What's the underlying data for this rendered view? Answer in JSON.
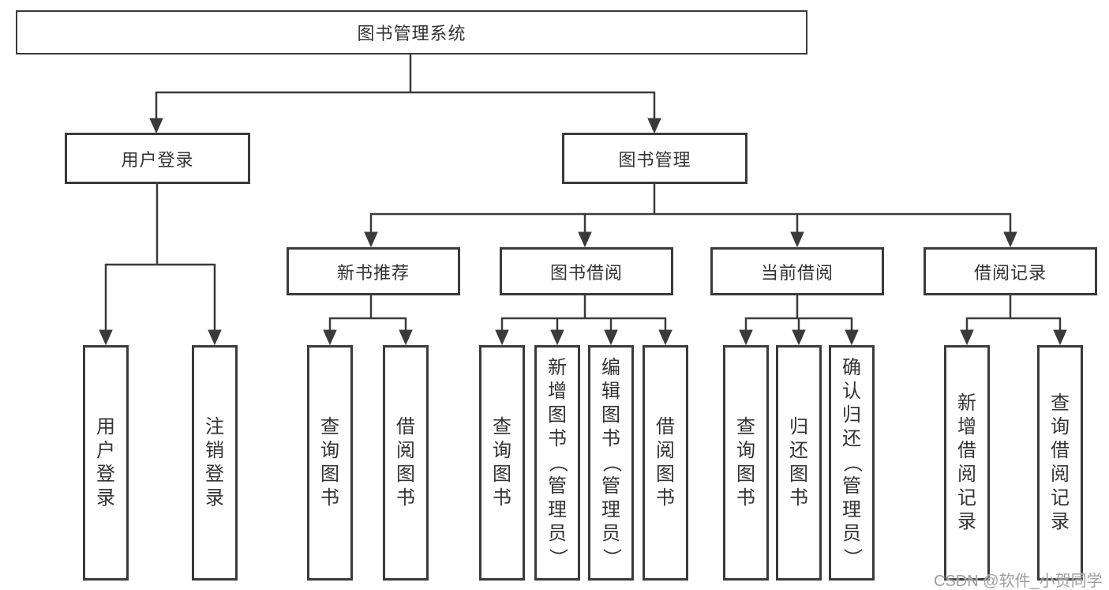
{
  "root": {
    "label": "图书管理系统"
  },
  "level2": [
    {
      "label": "用户登录"
    },
    {
      "label": "图书管理"
    }
  ],
  "level3": [
    {
      "label": "新书推荐"
    },
    {
      "label": "图书借阅"
    },
    {
      "label": "当前借阅"
    },
    {
      "label": "借阅记录"
    }
  ],
  "leaves": {
    "user_login": [
      {
        "label": "用户登录"
      },
      {
        "label": "注销登录"
      }
    ],
    "new_book": [
      {
        "label": "查询图书"
      },
      {
        "label": "借阅图书"
      }
    ],
    "book_borrow": [
      {
        "label": "查询图书"
      },
      {
        "label": "新增图书（管理员）"
      },
      {
        "label": "编辑图书（管理员）"
      },
      {
        "label": "借阅图书"
      }
    ],
    "current_borrow": [
      {
        "label": "查询图书"
      },
      {
        "label": "归还图书"
      },
      {
        "label": "确认归还（管理员）"
      }
    ],
    "borrow_record": [
      {
        "label": "新增借阅记录"
      },
      {
        "label": "查询借阅记录"
      }
    ]
  },
  "watermark": {
    "text": "CSDN @软件_小贺同学"
  },
  "colors": {
    "line": "#3a3a3a",
    "text": "#333333",
    "watermark": "#9e9e9e",
    "background": "#ffffff"
  }
}
